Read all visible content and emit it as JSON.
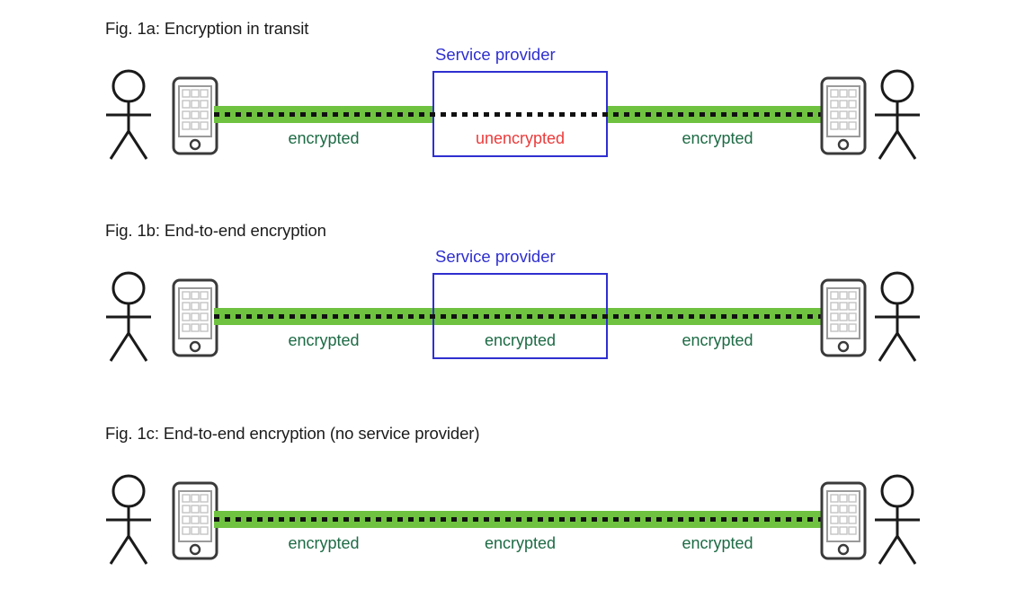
{
  "figures": [
    {
      "id": "fig-1a",
      "title": "Fig. 1a: Encryption in transit",
      "provider": {
        "present": true,
        "label": "Service provider"
      },
      "segments": [
        {
          "name": "left",
          "label": "encrypted",
          "state": "encrypted"
        },
        {
          "name": "middle",
          "label": "unencrypted",
          "state": "unencrypted"
        },
        {
          "name": "right",
          "label": "encrypted",
          "state": "encrypted"
        }
      ],
      "left_actor": {
        "person": "stick-figure",
        "device": "smartphone"
      },
      "right_actor": {
        "person": "stick-figure",
        "device": "smartphone"
      }
    },
    {
      "id": "fig-1b",
      "title": "Fig. 1b: End-to-end encryption",
      "provider": {
        "present": true,
        "label": "Service provider"
      },
      "segments": [
        {
          "name": "left",
          "label": "encrypted",
          "state": "encrypted"
        },
        {
          "name": "middle",
          "label": "encrypted",
          "state": "encrypted"
        },
        {
          "name": "right",
          "label": "encrypted",
          "state": "encrypted"
        }
      ],
      "left_actor": {
        "person": "stick-figure",
        "device": "smartphone"
      },
      "right_actor": {
        "person": "stick-figure",
        "device": "smartphone"
      }
    },
    {
      "id": "fig-1c",
      "title": "Fig. 1c: End-to-end encryption (no service provider)",
      "provider": {
        "present": false,
        "label": ""
      },
      "segments": [
        {
          "name": "left",
          "label": "encrypted",
          "state": "encrypted"
        },
        {
          "name": "middle",
          "label": "encrypted",
          "state": "encrypted"
        },
        {
          "name": "right",
          "label": "encrypted",
          "state": "encrypted"
        }
      ],
      "left_actor": {
        "person": "stick-figure",
        "device": "smartphone"
      },
      "right_actor": {
        "person": "stick-figure",
        "device": "smartphone"
      }
    }
  ],
  "colors": {
    "encrypted_channel": "#6fc240",
    "encrypted_text": "#1d6b45",
    "unencrypted_text": "#ec3b3b",
    "provider_outline": "#2f2fd0",
    "provider_text": "#2f2fd0",
    "data_line": "#111111",
    "title_text": "#1b1b1b",
    "background": "#ffffff"
  }
}
